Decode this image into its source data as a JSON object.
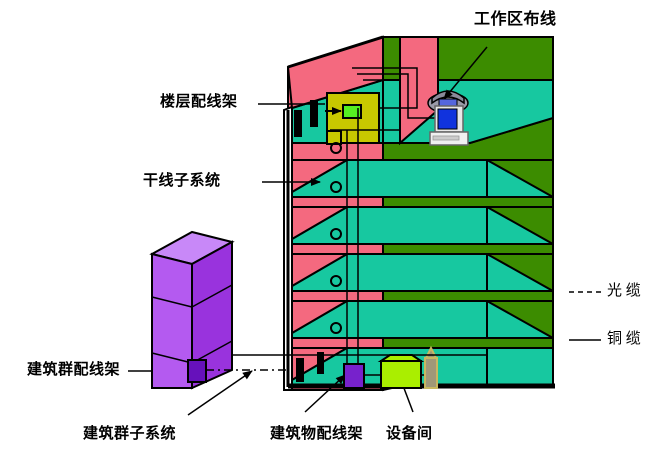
{
  "diagram": {
    "title_label": "工作区布线",
    "labels": {
      "floor_distribution_frame": "楼层配线架",
      "backbone_subsystem": "干线子系统",
      "campus_distribution_frame": "建筑群配线架",
      "campus_subsystem": "建筑群子系统",
      "building_distribution_frame": "建筑物配线架",
      "equipment_room": "设备间"
    },
    "legend": [
      {
        "name": "optical-cable",
        "label": "光  缆",
        "line_style": "dashed",
        "color": "#000000"
      },
      {
        "name": "copper-cable",
        "label": "铜  缆",
        "line_style": "solid",
        "color": "#000000"
      }
    ],
    "riser_markers": [
      "O",
      "O",
      "O",
      "O",
      "O"
    ],
    "colors": {
      "floor_slab": "#17C8A0",
      "back_wall": "#3C8C00",
      "side_wall": "#F4697F",
      "patch_panel_panel": "#C8C800",
      "patch_panel_port": "#55EE22",
      "distribution_box": "#7722CC",
      "equipment_cabinet": "#AAEE00",
      "campus_building_front": "#B45AF0",
      "campus_building_top": "#C888F8",
      "campus_building_side": "#9933DD",
      "campus_frame_box": "#6611BB",
      "rack_post": "#A09878",
      "monitor_screen": "#1133DD",
      "outline": "#000000"
    },
    "floors": 6,
    "equipment": [
      {
        "name": "telephone",
        "floor": "top"
      },
      {
        "name": "computer-workstation",
        "floor": "top"
      },
      {
        "name": "patch-panel",
        "floor": "top"
      },
      {
        "name": "building-distribution-box",
        "floor": "ground"
      },
      {
        "name": "equipment-cabinet",
        "floor": "ground"
      },
      {
        "name": "equipment-rack",
        "floor": "ground"
      }
    ]
  }
}
